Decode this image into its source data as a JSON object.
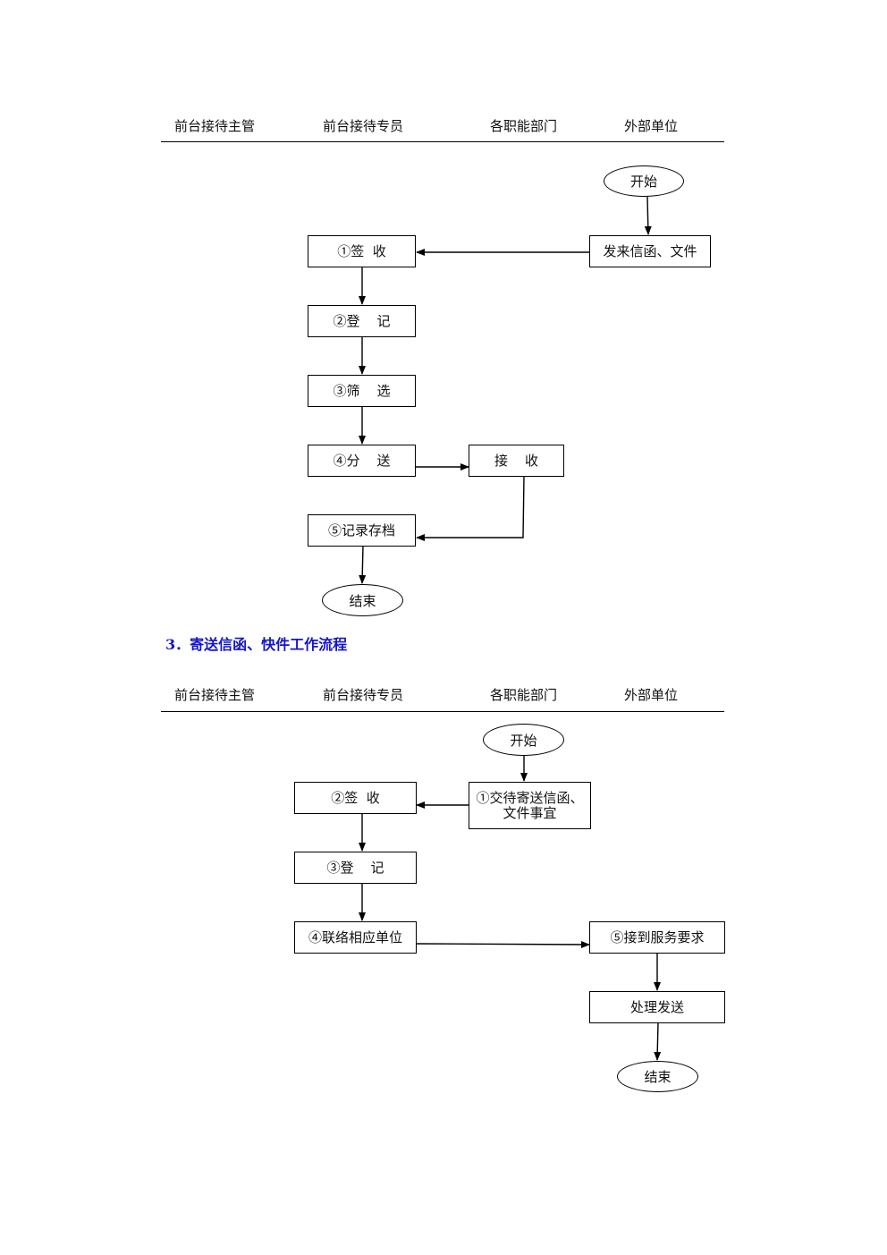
{
  "flow1": {
    "lanes": [
      "前台接待主管",
      "前台接待专员",
      "各职能部门",
      "外部单位"
    ],
    "start": "开始",
    "incoming": "发来信函、文件",
    "step1": "①签  收",
    "step2": "②登    记",
    "step3": "③筛    选",
    "step4": "④分    送",
    "receive": "接    收",
    "step5": "⑤记录存档",
    "end": "结束"
  },
  "section_title": "3．寄送信函、快件工作流程",
  "flow2": {
    "lanes": [
      "前台接待主管",
      "前台接待专员",
      "各职能部门",
      "外部单位"
    ],
    "start": "开始",
    "step1": "①交待寄送信函、\n文件事宜",
    "step2": "②签  收",
    "step3": "③登    记",
    "step4": "④联络相应单位",
    "step5": "⑤接到服务要求",
    "process": "处理发送",
    "end": "结束"
  }
}
